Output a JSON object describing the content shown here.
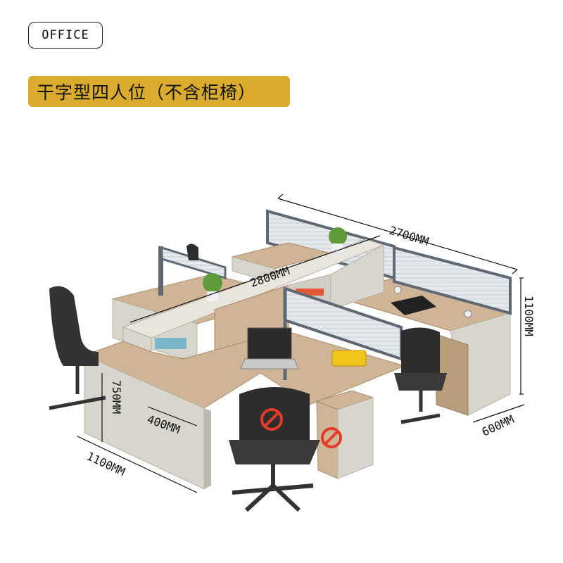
{
  "header": {
    "badge": "OFFICE",
    "title": "干字型四人位（不含柜椅）"
  },
  "dimensions": {
    "width_top": "2700MM",
    "depth_spine": "2800MM",
    "height_right": "1100MM",
    "depth_right": "600MM",
    "desk_height": "750MM",
    "return_width": "400MM",
    "width_front": "1100MM"
  },
  "icons": [
    "prohibited-icon",
    "prohibited-icon"
  ],
  "colors": {
    "title_bar": "#dbab2d",
    "wood": "#cfb595",
    "panel": "#d8d6cc",
    "frame": "#5f6873",
    "prohibit": "#e23b2a",
    "clock": "#f2c51b"
  }
}
